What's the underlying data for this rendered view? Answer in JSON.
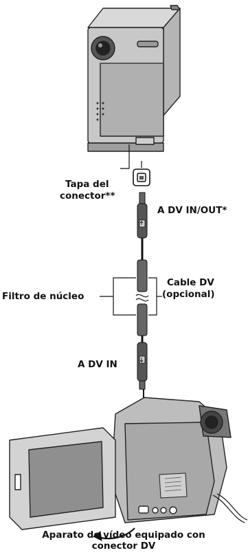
{
  "labels": {
    "tapa_line1": "Tapa del",
    "tapa_line2": "conector**",
    "dv_in_out": "A DV IN/OUT*",
    "filtro": "Filtro de núcleo",
    "cable_line1": "Cable DV",
    "cable_line2": "(opcional)",
    "dv_in": "A DV IN",
    "caption_line1": "Aparato de vídeo equipado con",
    "caption_line2": "conector DV"
  }
}
